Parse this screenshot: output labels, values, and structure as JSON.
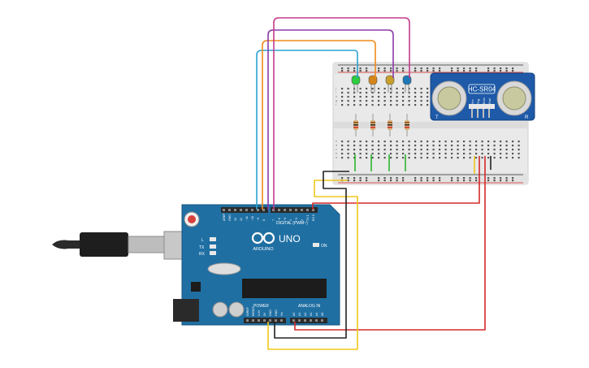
{
  "arduino": {
    "brand": "ARDUINO",
    "model": "UNO",
    "digital_header": "DIGITAL (PWM~)",
    "power_header": "POWER",
    "analog_header": "ANALOG IN",
    "digital_pins": [
      "AREF",
      "GND",
      "13",
      "12",
      "~11",
      "~10",
      "~9",
      "8",
      "7",
      "~6",
      "~5",
      "4",
      "~3",
      "2",
      "TX 1",
      "RX 0"
    ],
    "power_pins": [
      "IOREF",
      "RESET",
      "3.3V",
      "5V",
      "GND",
      "GND",
      "Vin"
    ],
    "analog_pins": [
      "A0",
      "A1",
      "A2",
      "A3",
      "A4",
      "A5"
    ],
    "led_labels": [
      "L",
      "TX",
      "RX"
    ],
    "on_label": "ON",
    "colors": {
      "board": "#1f6fa3",
      "board_dark": "#17567f",
      "header": "#2a2a2a"
    }
  },
  "sensor": {
    "name": "HC-SR04",
    "pins": [
      "Vcc",
      "Trig",
      "Echo",
      "Gnd"
    ],
    "label_t": "T",
    "label_r": "R",
    "colors": {
      "board": "#1e5aa8",
      "can": "#c9c9a0"
    }
  },
  "breadboard": {
    "row_letters_top": [
      "j",
      "i",
      "h",
      "g",
      "f"
    ],
    "row_letters_bottom": [
      "e",
      "d",
      "c",
      "b",
      "a"
    ],
    "colors": {
      "body": "#e9e9e9",
      "plus": "#d22",
      "minus": "#333"
    }
  },
  "components": {
    "leds": [
      {
        "color": "#2ecc40"
      },
      {
        "color": "#d4861a"
      },
      {
        "color": "#c89f2a"
      },
      {
        "color": "#1f78b4"
      }
    ]
  },
  "wire_colors": {
    "cyan": "#2aa3d0",
    "orange": "#f08a1a",
    "purple": "#8a3aa8",
    "magenta": "#c43a8c",
    "red": "#d42a2a",
    "yellow": "#f0c81a",
    "black": "#222222",
    "green": "#2cb52c"
  }
}
